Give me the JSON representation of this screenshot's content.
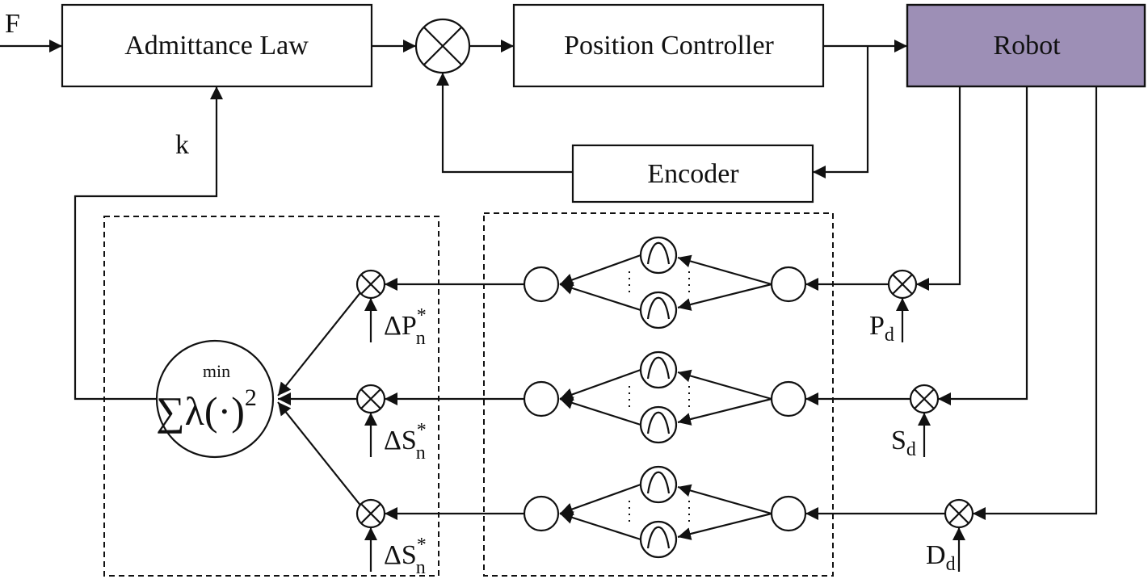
{
  "blocks": {
    "admittance": "Admittance Law",
    "position_controller": "Position Controller",
    "robot": "Robot",
    "encoder": "Encoder"
  },
  "colors": {
    "robot_fill": "#9d8fb6",
    "stroke": "#111111"
  },
  "signals": {
    "force": "F",
    "gain": "k",
    "objective": {
      "min": "min",
      "expr": "∑λ(·)",
      "power": "2"
    },
    "references": [
      {
        "base": "P",
        "sub": "d"
      },
      {
        "base": "S",
        "sub": "d"
      },
      {
        "base": "D",
        "sub": "d"
      }
    ],
    "deltas": [
      {
        "base": "ΔP",
        "sub": "n",
        "sup": "*"
      },
      {
        "base": "ΔS",
        "sub": "n",
        "sup": "*"
      },
      {
        "base": "ΔS",
        "sub": "n",
        "sup": "*"
      }
    ]
  }
}
